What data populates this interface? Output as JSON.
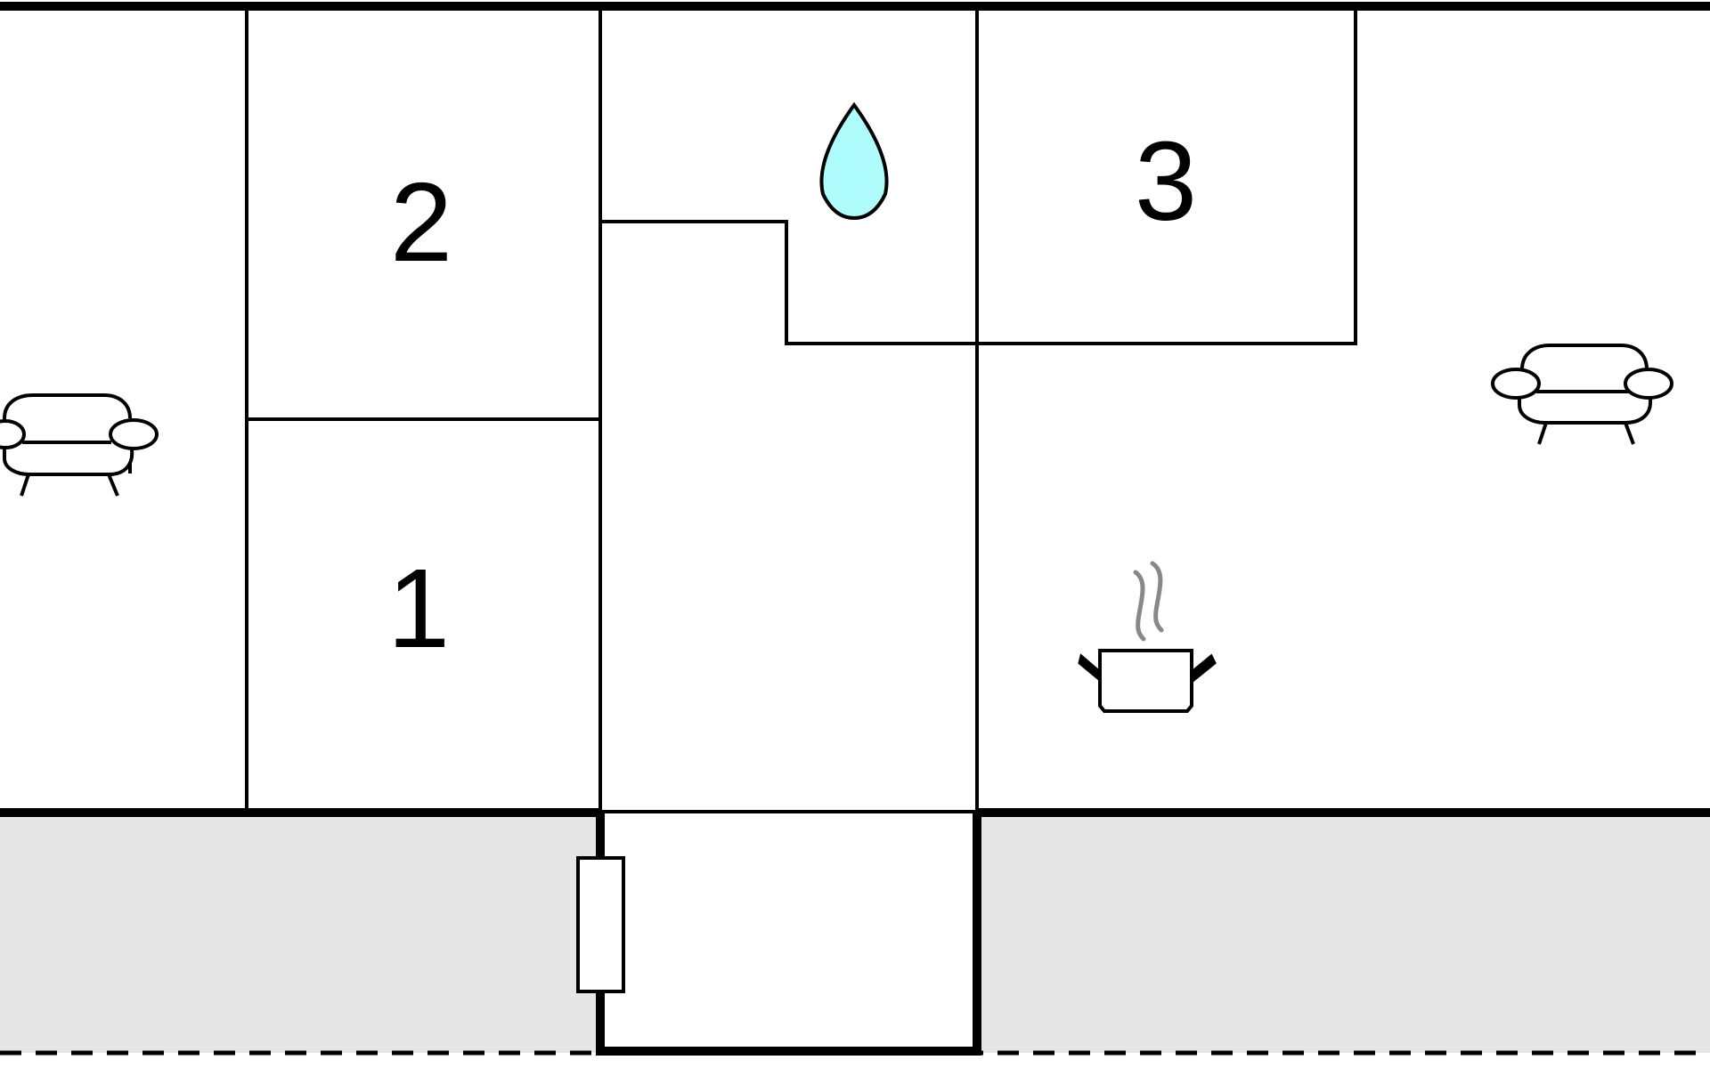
{
  "floor_plan": {
    "rooms": [
      {
        "id": "room-2",
        "label": "2"
      },
      {
        "id": "room-1",
        "label": "1"
      },
      {
        "id": "room-3",
        "label": "3"
      }
    ],
    "icons": [
      "water-drop-icon",
      "sofa-icon",
      "sofa-icon",
      "cooking-pot-icon",
      "door-icon"
    ],
    "colors": {
      "walls": "#000000",
      "outdoor_area": "#e6e6e6",
      "water_drop": "#aefcfc",
      "steam": "#888888",
      "background": "#ffffff"
    }
  }
}
